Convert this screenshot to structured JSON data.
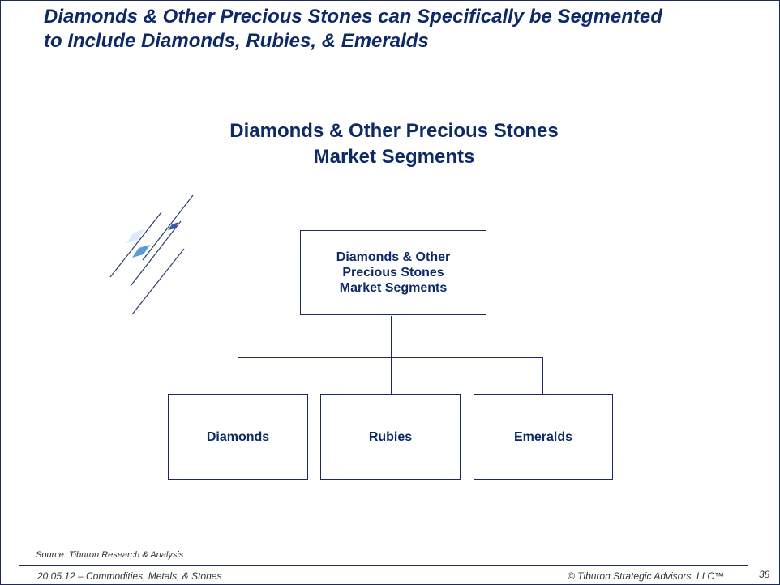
{
  "title": "Diamonds & Other Precious Stones can Specifically be Segmented\nto Include Diamonds, Rubies, & Emeralds",
  "chart_title_1": "Diamonds & Other Precious Stones",
  "chart_title_2": "Market Segments",
  "root": "Diamonds & Other Precious Stones Market Segments",
  "children": [
    "Diamonds",
    "Rubies",
    "Emeralds"
  ],
  "source": "Source:  Tiburon Research & Analysis",
  "footer_left": "20.05.12  – Commodities, Metals, & Stones",
  "footer_right": "© Tiburon Strategic Advisors, LLC™",
  "page_number": "38"
}
